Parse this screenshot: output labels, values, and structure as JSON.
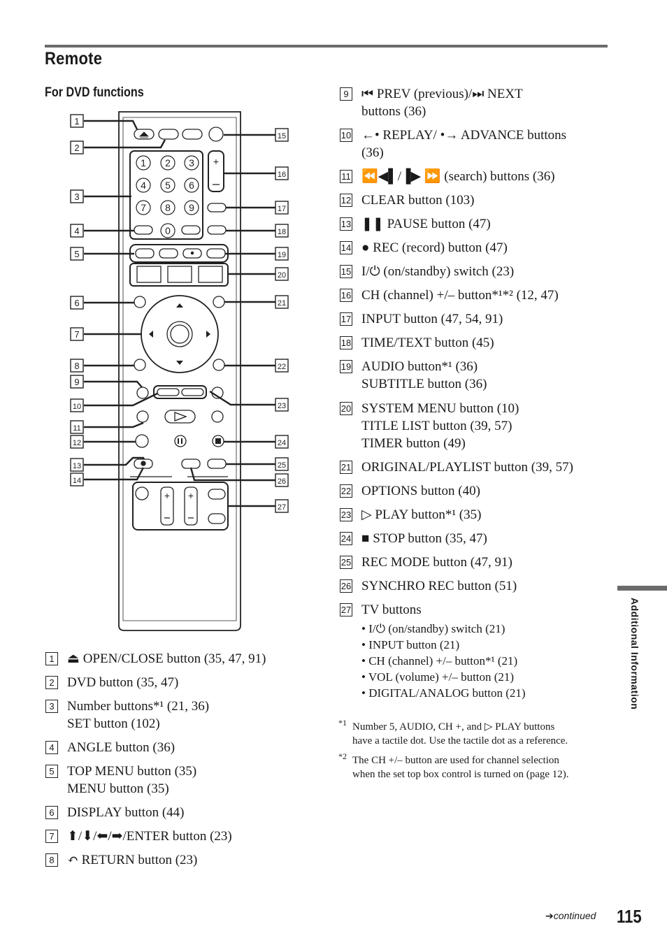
{
  "header": {
    "title": "Remote",
    "subtitle": "For DVD functions"
  },
  "callouts": [
    "1",
    "2",
    "3",
    "4",
    "5",
    "6",
    "7",
    "8",
    "9",
    "10",
    "11",
    "12",
    "13",
    "14",
    "15",
    "16",
    "17",
    "18",
    "19",
    "20",
    "21",
    "22",
    "23",
    "24",
    "25",
    "26",
    "27"
  ],
  "keypad": [
    "1",
    "2",
    "3",
    "4",
    "5",
    "6",
    "7",
    "8",
    "9",
    "0"
  ],
  "left_items": [
    {
      "num": "1",
      "text": "⏏ OPEN/CLOSE button (35, 47, 91)"
    },
    {
      "num": "2",
      "text": "DVD button (35, 47)"
    },
    {
      "num": "3",
      "text": "Number buttons*¹ (21, 36)",
      "line2": "SET button (102)"
    },
    {
      "num": "4",
      "text": "ANGLE button (36)"
    },
    {
      "num": "5",
      "text": "TOP MENU button (35)",
      "line2": "MENU button (35)"
    },
    {
      "num": "6",
      "text": "DISPLAY button (44)"
    },
    {
      "num": "7",
      "text": "⬆/⬇/⬅/➡/ENTER button (23)"
    },
    {
      "num": "8",
      "text": "↶ RETURN button (23)"
    }
  ],
  "right_items": [
    {
      "num": "9",
      "text": "⏮ PREV (previous)/⏭ NEXT",
      "line2": "buttons (36)"
    },
    {
      "num": "10",
      "text": "←• REPLAY/ •→ ADVANCE buttons",
      "line2": "(36)"
    },
    {
      "num": "11",
      "text": "⏪◀▌/▐▶ ⏩ (search) buttons (36)"
    },
    {
      "num": "12",
      "text": "CLEAR button (103)"
    },
    {
      "num": "13",
      "text": "❚❚ PAUSE button (47)"
    },
    {
      "num": "14",
      "text": "● REC (record) button (47)"
    },
    {
      "num": "15",
      "text": "I/⏻ (on/standby) switch (23)"
    },
    {
      "num": "16",
      "text": "CH (channel) +/– button*¹*² (12, 47)"
    },
    {
      "num": "17",
      "text": "INPUT button (47, 54, 91)"
    },
    {
      "num": "18",
      "text": "TIME/TEXT button (45)"
    },
    {
      "num": "19",
      "text": "AUDIO button*¹ (36)",
      "line2": "SUBTITLE button (36)"
    },
    {
      "num": "20",
      "text": "SYSTEM MENU button (10)",
      "line2": "TITLE LIST button (39, 57)",
      "line3": "TIMER button (49)"
    },
    {
      "num": "21",
      "text": "ORIGINAL/PLAYLIST button (39, 57)"
    },
    {
      "num": "22",
      "text": "OPTIONS button (40)"
    },
    {
      "num": "23",
      "text": "▷ PLAY button*¹ (35)"
    },
    {
      "num": "24",
      "text": "■ STOP button (35, 47)"
    },
    {
      "num": "25",
      "text": "REC MODE button (47, 91)"
    },
    {
      "num": "26",
      "text": "SYNCHRO REC button (51)"
    },
    {
      "num": "27",
      "text": "TV buttons",
      "subs": [
        "• I/⏻ (on/standby) switch (21)",
        "• INPUT button (21)",
        "• CH (channel) +/– button*¹ (21)",
        "• VOL (volume) +/– button (21)",
        "• DIGITAL/ANALOG button (21)"
      ]
    }
  ],
  "footnotes": [
    {
      "mark": "*1",
      "line1": "Number 5, AUDIO, CH +, and ▷ PLAY buttons",
      "line2": "have a tactile dot. Use the tactile dot as a reference."
    },
    {
      "mark": "*2",
      "line1": "The CH +/– button are used for channel selection",
      "line2": "when the set top box control is turned on (page 12)."
    }
  ],
  "side_tab": "Additional Information",
  "footer": {
    "continued": "➔continued",
    "page": "115"
  }
}
